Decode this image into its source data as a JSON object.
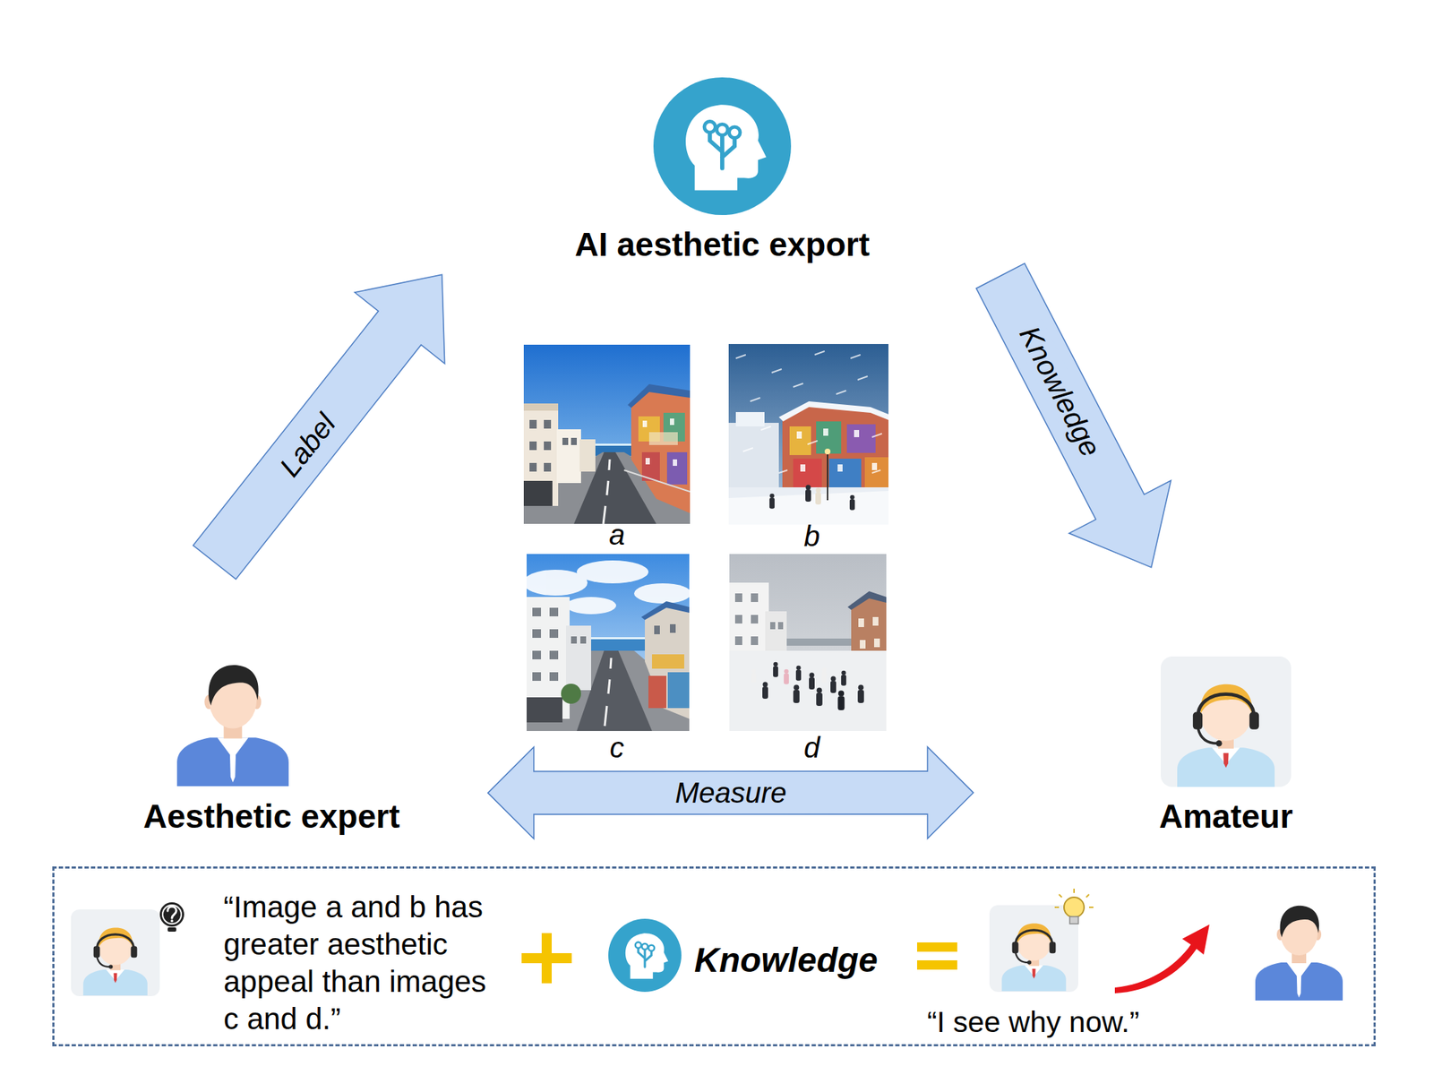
{
  "diagram": {
    "nodes": [
      {
        "text": [
          "AI aesthetic export"
        ]
      },
      {
        "text": [
          "Aesthetic expert"
        ]
      },
      {
        "text": [
          "Amateur"
        ]
      },
      {
        "text": [
          "“Image a and b has greater aesthetic appeal than images c and d.”",
          "Knowledge",
          "“I see why now.”"
        ]
      }
    ],
    "edges": [
      {
        "from": 1,
        "to": 0,
        "label": "Label",
        "arrow": "to"
      },
      {
        "from": 0,
        "to": 2,
        "label": "Knowledge",
        "arrow": "to"
      },
      {
        "from": 1,
        "to": 2,
        "label": "Measure",
        "arrow": "both"
      }
    ],
    "labels": [
      "a",
      "b",
      "c",
      "d"
    ]
  }
}
